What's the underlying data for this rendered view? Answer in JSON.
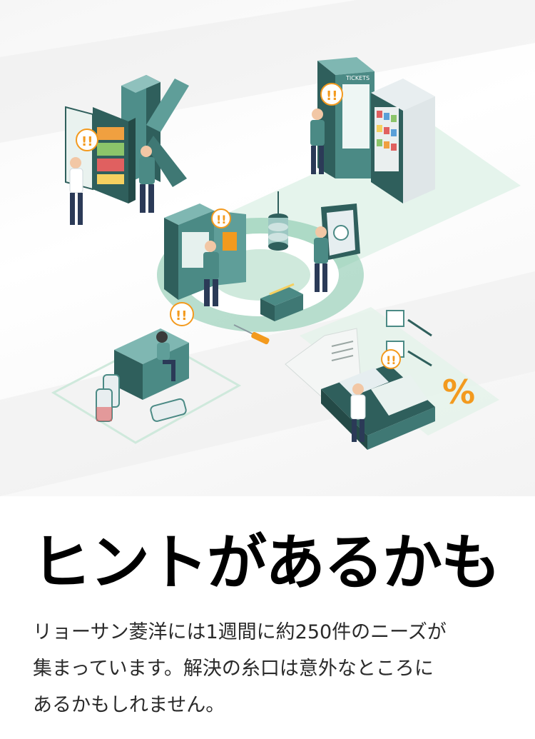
{
  "illustration": {
    "alert_symbol": "!!",
    "ticket_label": "TICKETS",
    "percent_symbol": "%"
  },
  "headline": "ヒントがあるかも",
  "body_lines": [
    "リョーサン菱洋には1週間に約250件のニーズが",
    "集まっています。解決の糸口は意外なところに",
    "あるかもしれません。"
  ],
  "colors": {
    "teal_dark": "#2f5f5c",
    "teal_mid": "#4b8a85",
    "mint": "#7fc4a8",
    "orange": "#f39a1e",
    "navy": "#2b3a57"
  },
  "icons": [
    "letter-k-icon",
    "vending-machine-icon",
    "refrigerator-icon",
    "ticket-machine-icon",
    "control-panel-icon",
    "payment-terminal-icon",
    "screwdriver-icon",
    "battery-icon",
    "toolbox-icon",
    "percent-icon",
    "alert-bubble-icon"
  ]
}
